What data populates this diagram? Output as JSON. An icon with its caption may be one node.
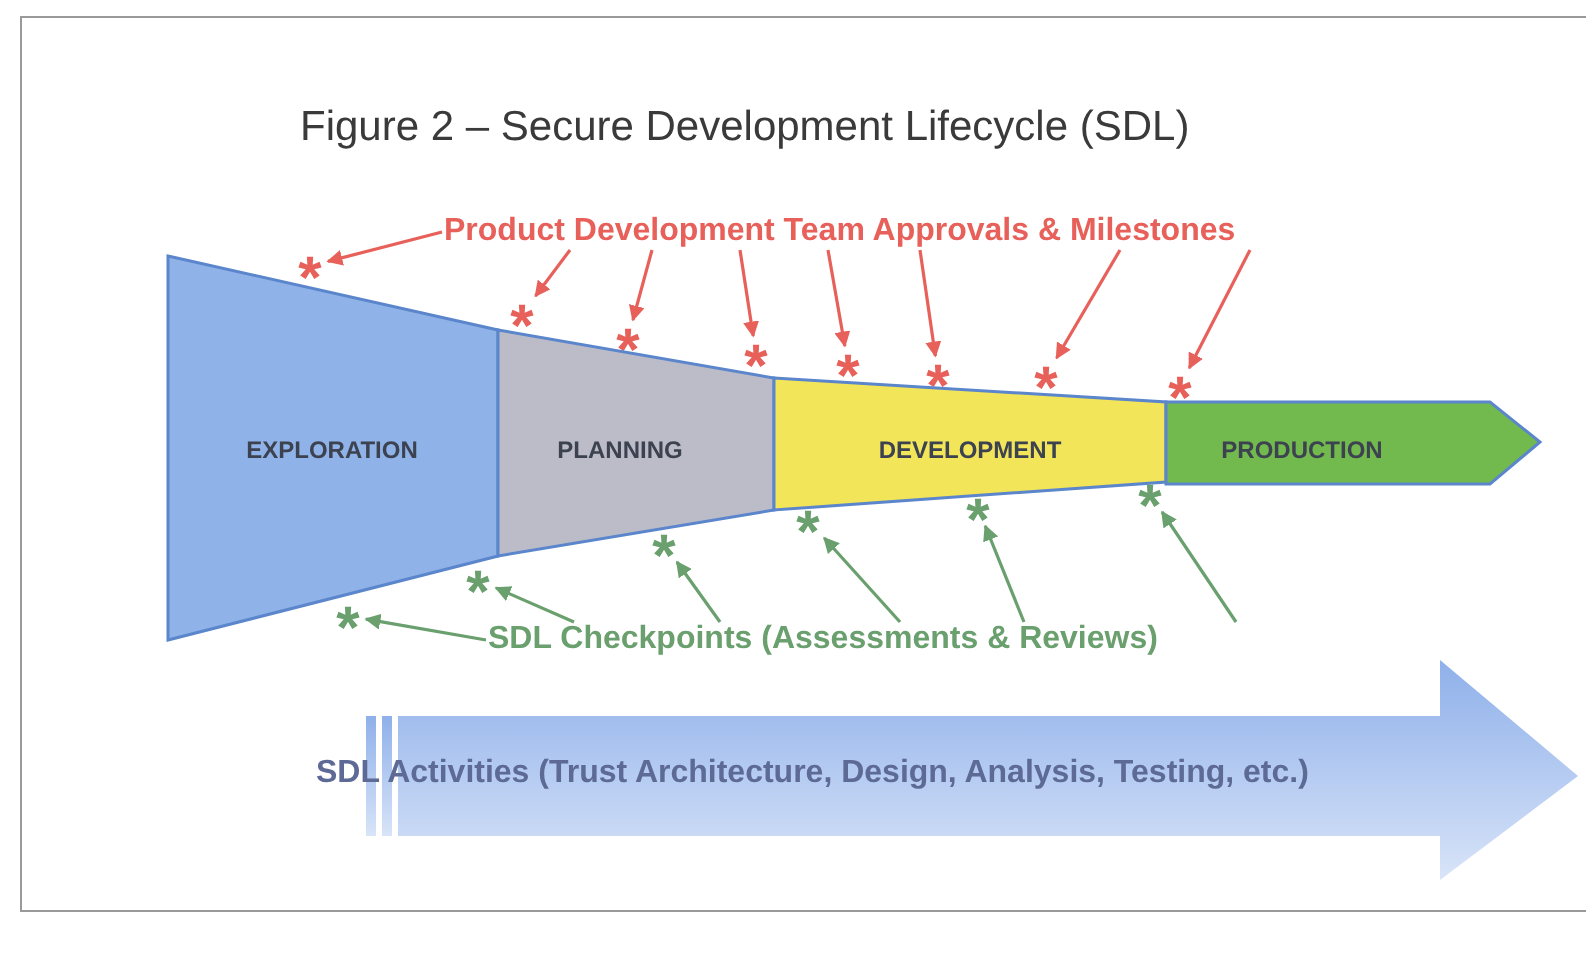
{
  "diagram": {
    "title": "Figure 2 – Secure Development Lifecycle (SDL)",
    "nodes": [
      {
        "text": [
          "Product Development Team Approvals & Milestones"
        ]
      },
      {
        "text": [
          "*"
        ]
      },
      {
        "text": [
          "*"
        ]
      },
      {
        "text": [
          "*"
        ]
      },
      {
        "text": [
          "*"
        ]
      },
      {
        "text": [
          "*"
        ]
      },
      {
        "text": [
          "*"
        ]
      },
      {
        "text": [
          "*"
        ]
      },
      {
        "text": [
          "*"
        ]
      },
      {
        "text": [
          "EXPLORATION"
        ]
      },
      {
        "text": [
          "PLANNING"
        ]
      },
      {
        "text": [
          "DEVELOPMENT"
        ]
      },
      {
        "text": [
          "PRODUCTION"
        ]
      },
      {
        "text": [
          "*"
        ]
      },
      {
        "text": [
          "*"
        ]
      },
      {
        "text": [
          "*"
        ]
      },
      {
        "text": [
          "*"
        ]
      },
      {
        "text": [
          "*"
        ]
      },
      {
        "text": [
          "*"
        ]
      },
      {
        "text": [
          "SDL Checkpoints (Assessments & Reviews)"
        ]
      },
      {
        "text": [
          "SDL Activities (Trust Architecture, Design, Analysis, Testing, etc.)"
        ]
      }
    ],
    "edges": [
      {
        "from": 0,
        "to": 1,
        "arrow": "to"
      },
      {
        "from": 0,
        "to": 2,
        "arrow": "to"
      },
      {
        "from": 0,
        "to": 3,
        "arrow": "to"
      },
      {
        "from": 0,
        "to": 4,
        "arrow": "to"
      },
      {
        "from": 0,
        "to": 5,
        "arrow": "to"
      },
      {
        "from": 0,
        "to": 6,
        "arrow": "to"
      },
      {
        "from": 0,
        "to": 7,
        "arrow": "to"
      },
      {
        "from": 0,
        "to": 8,
        "arrow": "to"
      },
      {
        "from": 19,
        "to": 13,
        "arrow": "to",
        "color": "#6a9f6e"
      },
      {
        "from": 19,
        "to": 14,
        "arrow": "to",
        "color": "#6a9f6e"
      },
      {
        "from": 19,
        "to": 15,
        "arrow": "to",
        "color": "#6a9f6e"
      },
      {
        "from": 19,
        "to": 16,
        "arrow": "to",
        "color": "#6a9f6e"
      },
      {
        "from": 19,
        "to": 17,
        "arrow": "to",
        "color": "#6a9f6e"
      },
      {
        "from": 19,
        "to": 18,
        "arrow": "to",
        "color": "#6a9f6e"
      }
    ]
  }
}
